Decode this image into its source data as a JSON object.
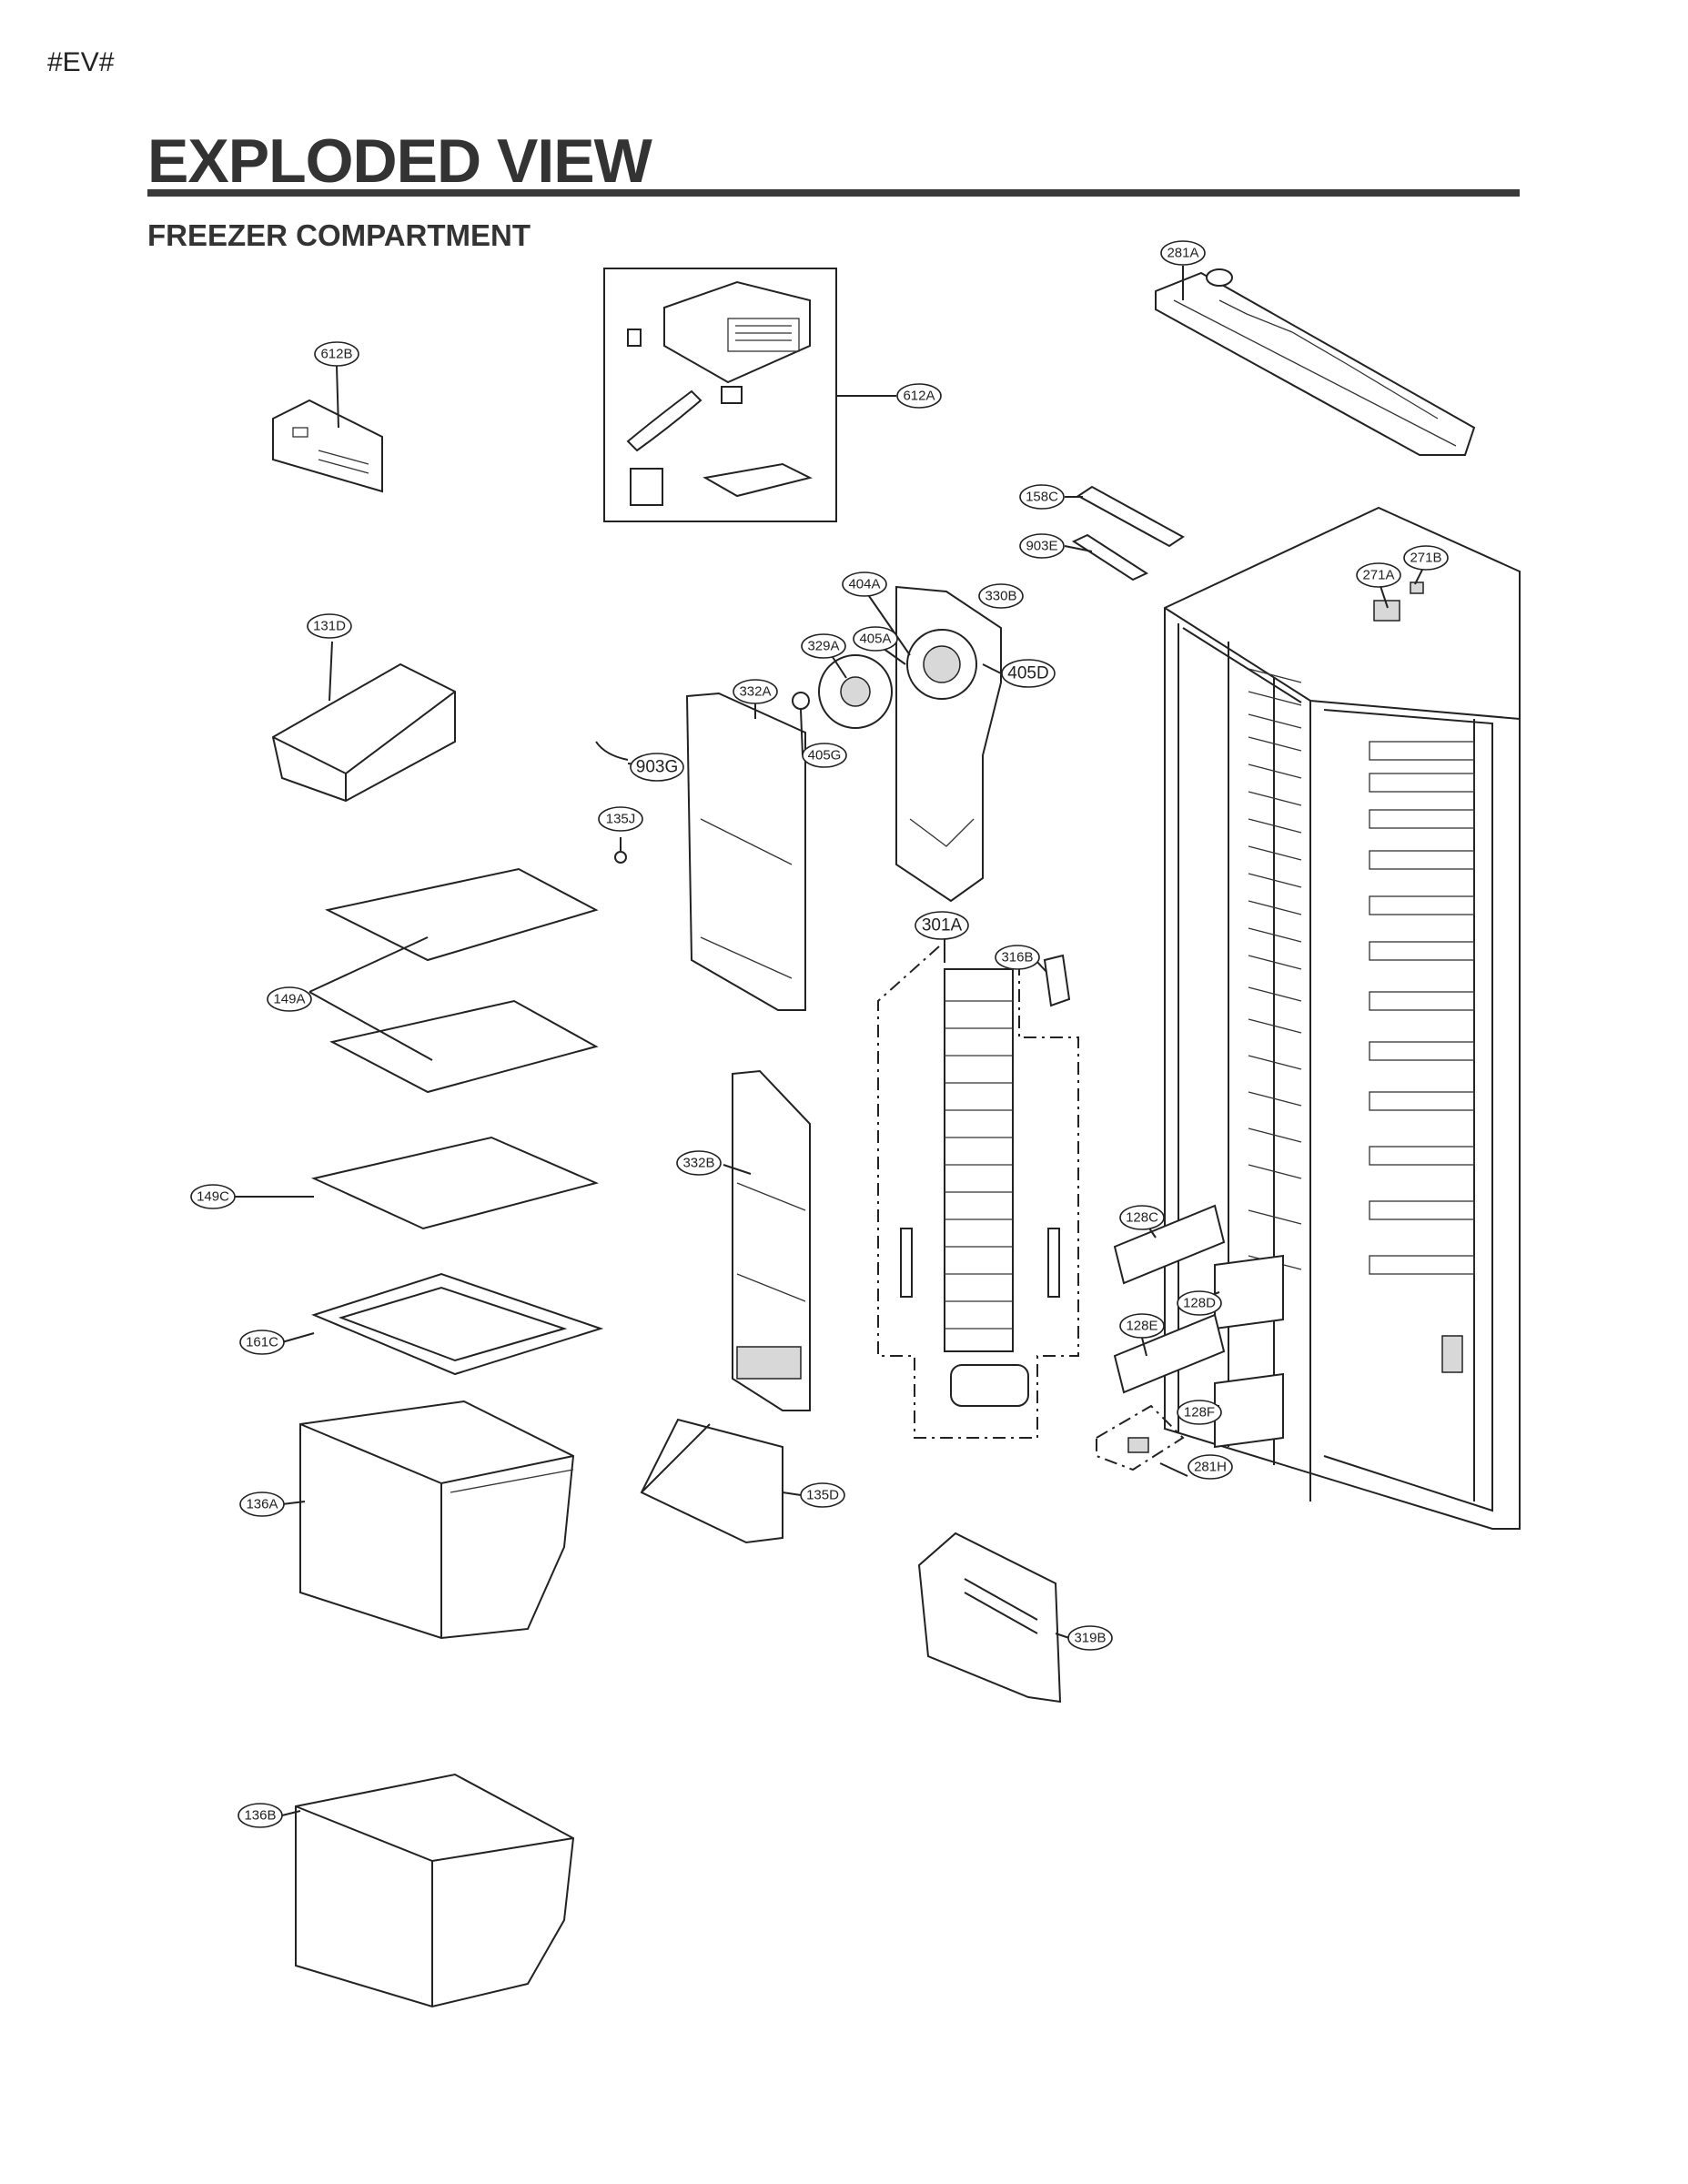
{
  "page": {
    "tag": "#EV#",
    "title": "EXPLODED VIEW",
    "subtitle": "FREEZER COMPARTMENT"
  },
  "callouts": [
    {
      "id": "281A",
      "label": "281A"
    },
    {
      "id": "612B",
      "label": "612B"
    },
    {
      "id": "612A",
      "label": "612A"
    },
    {
      "id": "158C",
      "label": "158C"
    },
    {
      "id": "903E",
      "label": "903E"
    },
    {
      "id": "404A",
      "label": "404A"
    },
    {
      "id": "330B",
      "label": "330B"
    },
    {
      "id": "271A",
      "label": "271A"
    },
    {
      "id": "271B",
      "label": "271B"
    },
    {
      "id": "131D",
      "label": "131D"
    },
    {
      "id": "405A",
      "label": "405A"
    },
    {
      "id": "329A",
      "label": "329A"
    },
    {
      "id": "405D",
      "label": "405D"
    },
    {
      "id": "332A",
      "label": "332A"
    },
    {
      "id": "405G",
      "label": "405G"
    },
    {
      "id": "903G",
      "label": "903G"
    },
    {
      "id": "135J",
      "label": "135J"
    },
    {
      "id": "301A",
      "label": "301A"
    },
    {
      "id": "316B",
      "label": "316B"
    },
    {
      "id": "149A",
      "label": "149A"
    },
    {
      "id": "332B",
      "label": "332B"
    },
    {
      "id": "149C",
      "label": "149C"
    },
    {
      "id": "128C",
      "label": "128C"
    },
    {
      "id": "128D",
      "label": "128D"
    },
    {
      "id": "128E",
      "label": "128E"
    },
    {
      "id": "161C",
      "label": "161C"
    },
    {
      "id": "128F",
      "label": "128F"
    },
    {
      "id": "281H",
      "label": "281H"
    },
    {
      "id": "136A",
      "label": "136A"
    },
    {
      "id": "135D",
      "label": "135D"
    },
    {
      "id": "319B",
      "label": "319B"
    },
    {
      "id": "136B",
      "label": "136B"
    }
  ]
}
